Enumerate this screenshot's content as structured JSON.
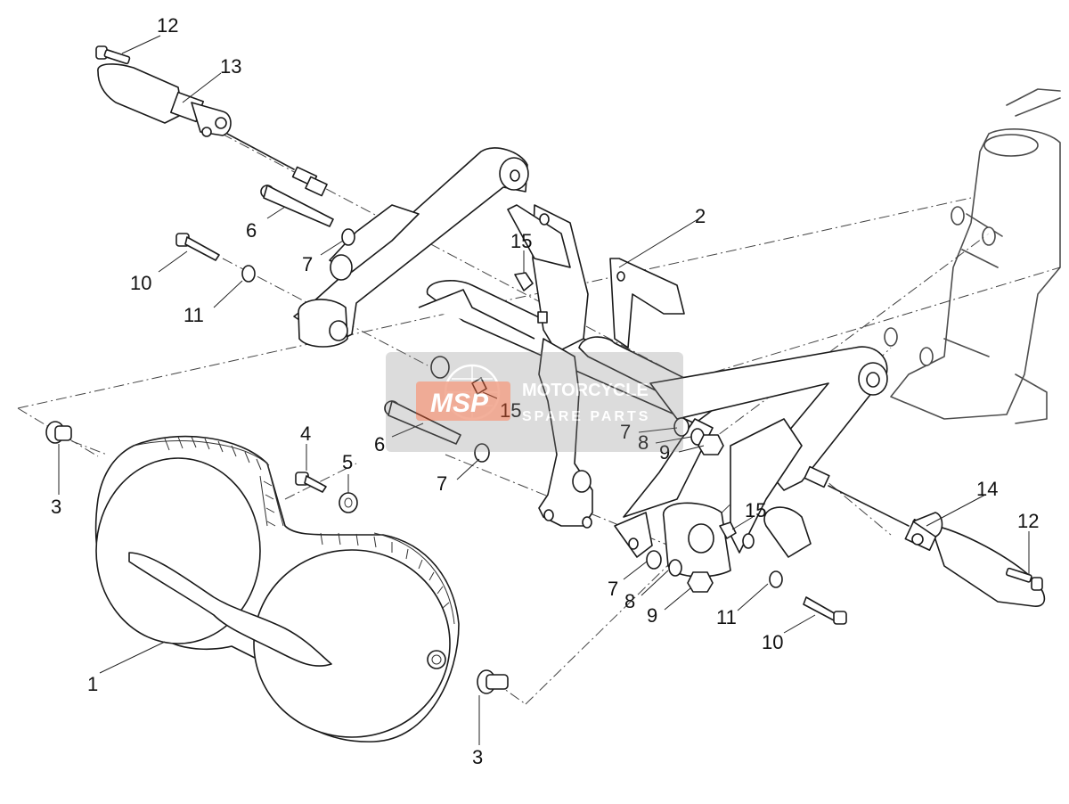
{
  "callouts": {
    "c1": "1",
    "c2": "2",
    "c3a": "3",
    "c3b": "3",
    "c4": "4",
    "c5": "5",
    "c6a": "6",
    "c6b": "6",
    "c7a": "7",
    "c7b": "7",
    "c7c": "7",
    "c7d": "7",
    "c8a": "8",
    "c8b": "8",
    "c9a": "9",
    "c9b": "9",
    "c10a": "10",
    "c10b": "10",
    "c11a": "11",
    "c11b": "11",
    "c12a": "12",
    "c12b": "12",
    "c13": "13",
    "c14": "14",
    "c15a": "15",
    "c15b": "15",
    "c15c": "15"
  },
  "watermark": {
    "logo": "MSP",
    "line1": "MOTORCYCLE",
    "line2": "SPARE PARTS",
    "accent_color": "#e8572a",
    "panel_color": "#8a8a8a"
  }
}
